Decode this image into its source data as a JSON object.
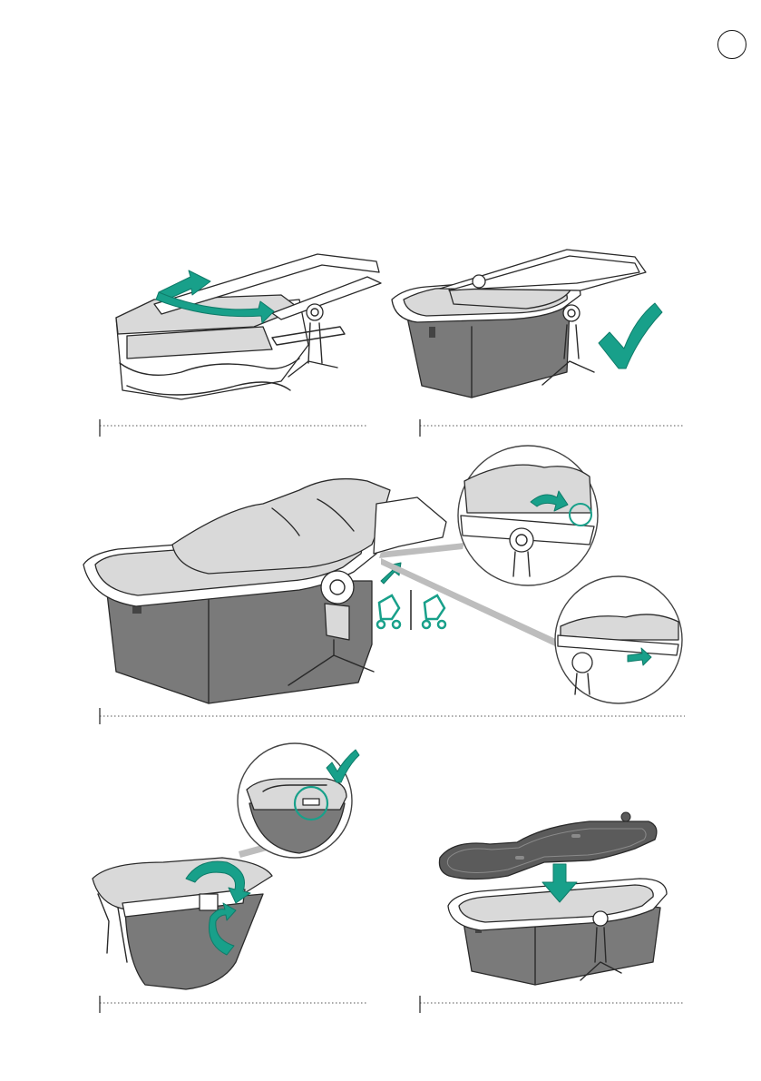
{
  "page": {
    "number": "",
    "background": "#ffffff"
  },
  "colors": {
    "accent": "#18a08a",
    "fabric": "#d9d9d9",
    "fabric_dark": "#7a7a7a",
    "outline": "#2a2a2a",
    "cover_dark": "#5b5b5b"
  },
  "steps": [
    {
      "id": "step-1",
      "icons": [
        "curved-double-arrow-icon"
      ]
    },
    {
      "id": "step-2",
      "icons": [
        "check-mark-icon"
      ]
    },
    {
      "id": "step-3",
      "icons": [
        "push-arrow-icon",
        "stroller-forward-icon",
        "stroller-rear-icon",
        "slide-arrow-icon"
      ]
    },
    {
      "id": "step-4",
      "icons": [
        "check-mark-icon",
        "fold-arrow-icon",
        "fold-arrow-icon"
      ]
    },
    {
      "id": "step-5",
      "icons": [
        "down-arrow-icon"
      ]
    }
  ]
}
